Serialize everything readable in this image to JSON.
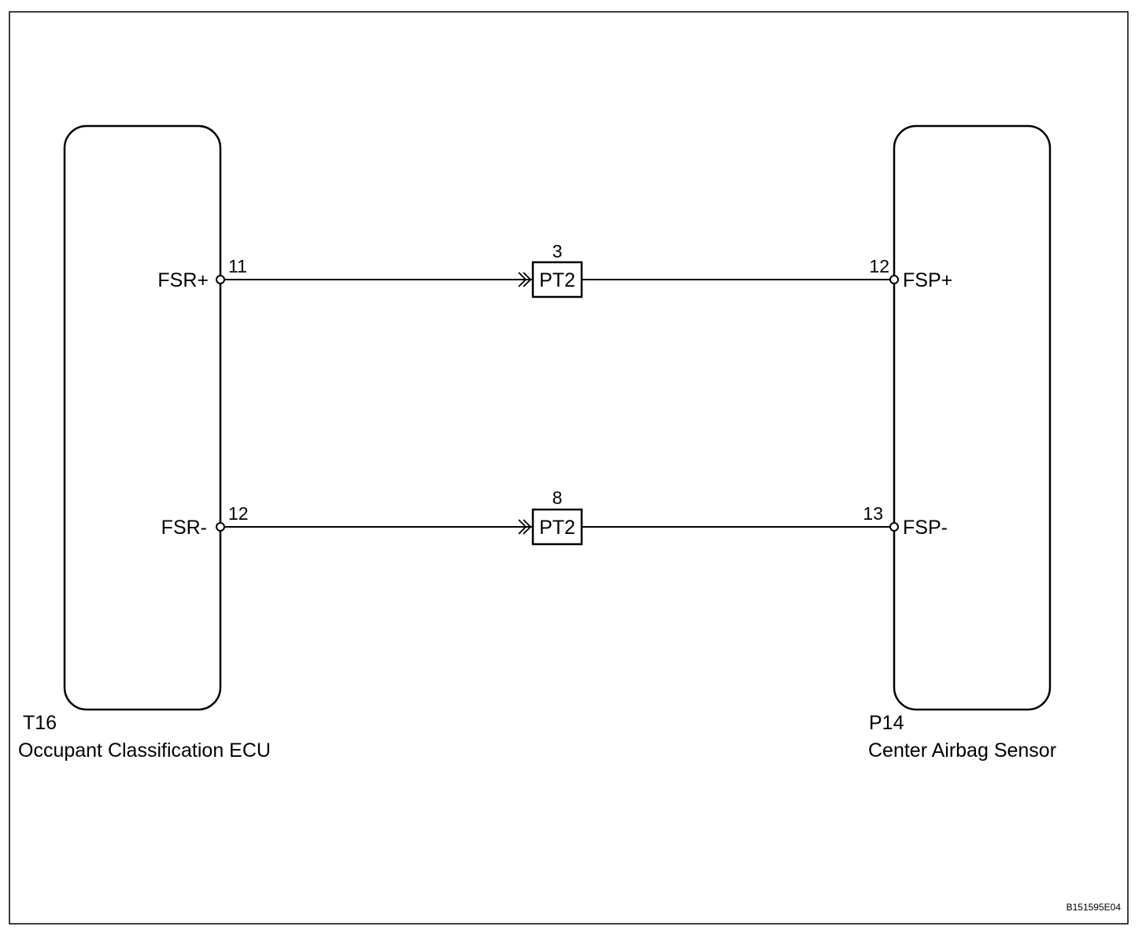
{
  "left_component": {
    "code": "T16",
    "name": "Occupant Classification ECU",
    "pins": [
      {
        "number": "11",
        "signal": "FSR+"
      },
      {
        "number": "12",
        "signal": "FSR-"
      }
    ]
  },
  "right_component": {
    "code": "P14",
    "name": "Center Airbag Sensor",
    "pins": [
      {
        "number": "12",
        "signal": "FSP+"
      },
      {
        "number": "13",
        "signal": "FSP-"
      }
    ]
  },
  "connectors": [
    {
      "label": "PT2",
      "pin": "3"
    },
    {
      "label": "PT2",
      "pin": "8"
    }
  ],
  "figure_id": "B151595E04"
}
